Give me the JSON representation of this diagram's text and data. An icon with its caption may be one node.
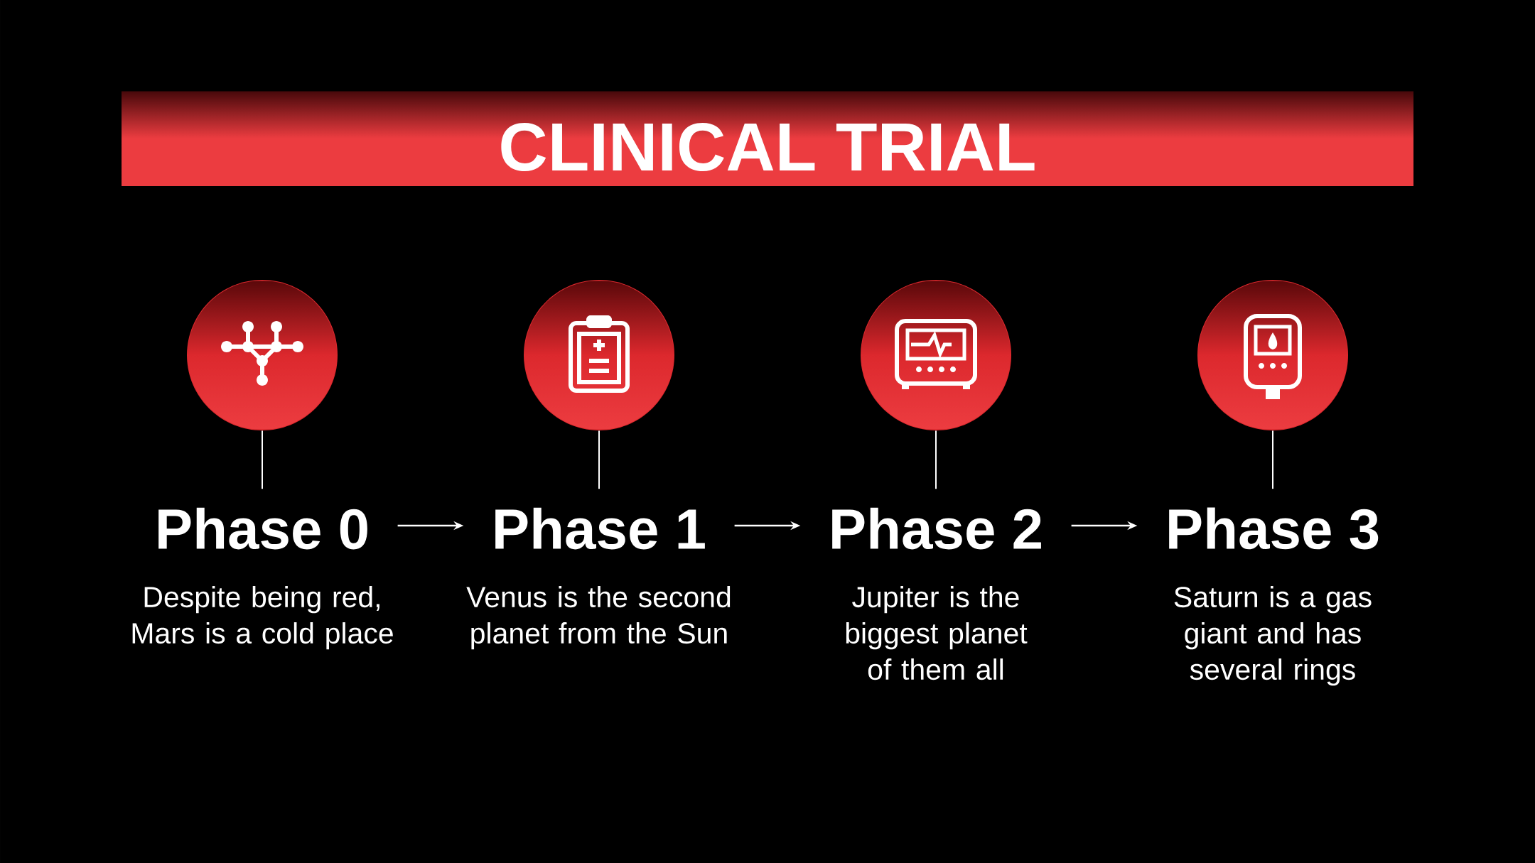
{
  "diagram": {
    "title": "CLINICAL TRIAL",
    "nodes": [
      {
        "text": [],
        "shape": "circle"
      },
      {
        "text": [],
        "shape": "circle"
      },
      {
        "text": [],
        "shape": "circle"
      },
      {
        "text": [],
        "shape": "circle"
      },
      {
        "text": [
          "Phase 0"
        ],
        "beside": [
          "Despite being red, Mars is a cold place"
        ]
      },
      {
        "text": [
          "Phase 1"
        ],
        "beside": [
          "Venus is the second planet from the Sun"
        ]
      },
      {
        "text": [
          "Phase 2"
        ],
        "beside": [
          "Jupiter is the biggest planet of them all"
        ]
      },
      {
        "text": [
          "Phase 3"
        ],
        "beside": [
          "Saturn is a gas giant and has several rings"
        ]
      }
    ],
    "edges": [
      {
        "from": 0,
        "to": 4,
        "arrow": "none"
      },
      {
        "from": 1,
        "to": 5,
        "arrow": "none"
      },
      {
        "from": 2,
        "to": 6,
        "arrow": "none"
      },
      {
        "from": 3,
        "to": 7,
        "arrow": "none"
      },
      {
        "from": 4,
        "to": 5,
        "arrow": "to"
      },
      {
        "from": 5,
        "to": 6,
        "arrow": "to"
      },
      {
        "from": 6,
        "to": 7,
        "arrow": "to"
      }
    ]
  }
}
